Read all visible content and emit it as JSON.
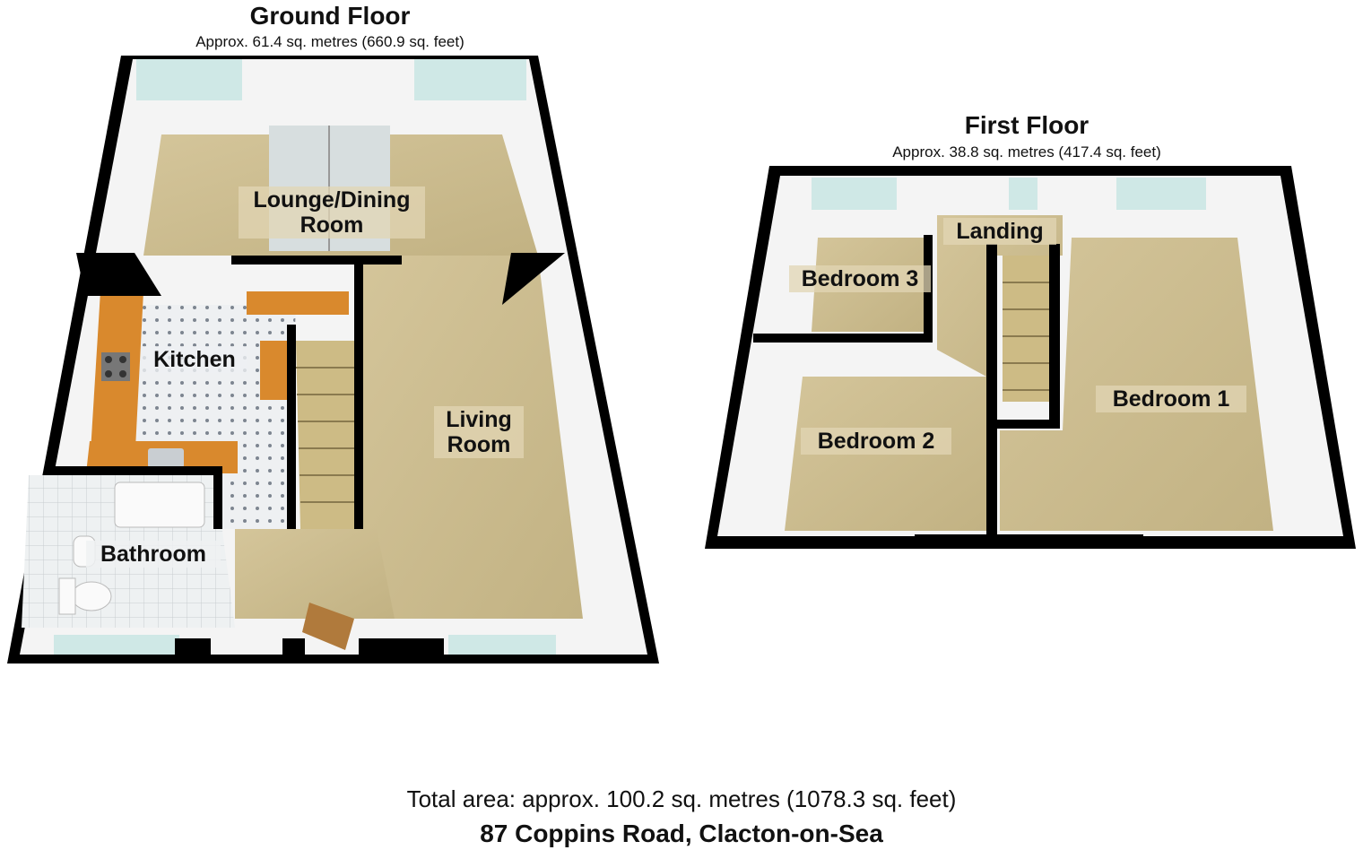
{
  "ground_floor": {
    "title": "Ground Floor",
    "area": "Approx. 61.4 sq. metres (660.9 sq. feet)",
    "rooms": {
      "lounge_dining_line1": "Lounge/Dining",
      "lounge_dining_line2": "Room",
      "kitchen": "Kitchen",
      "living_line1": "Living",
      "living_line2": "Room",
      "bathroom": "Bathroom"
    }
  },
  "first_floor": {
    "title": "First Floor",
    "area": "Approx. 38.8 sq. metres (417.4 sq. feet)",
    "rooms": {
      "landing": "Landing",
      "bedroom3": "Bedroom 3",
      "bedroom2": "Bedroom 2",
      "bedroom1": "Bedroom 1"
    }
  },
  "footer": {
    "total_area": "Total area: approx. 100.2 sq. metres (1078.3 sq. feet)",
    "address": "87 Coppins Road, Clacton-on-Sea"
  },
  "colors": {
    "wall": "#000000",
    "carpet": "#c9b98a",
    "wall_face": "#f4f4f4",
    "kitchen_counter": "#d9892d",
    "kitchen_floor": "#eef0f2",
    "bathroom_tile": "#e8ecee",
    "window": "#cfe8e6",
    "door": "#b07a3c"
  }
}
